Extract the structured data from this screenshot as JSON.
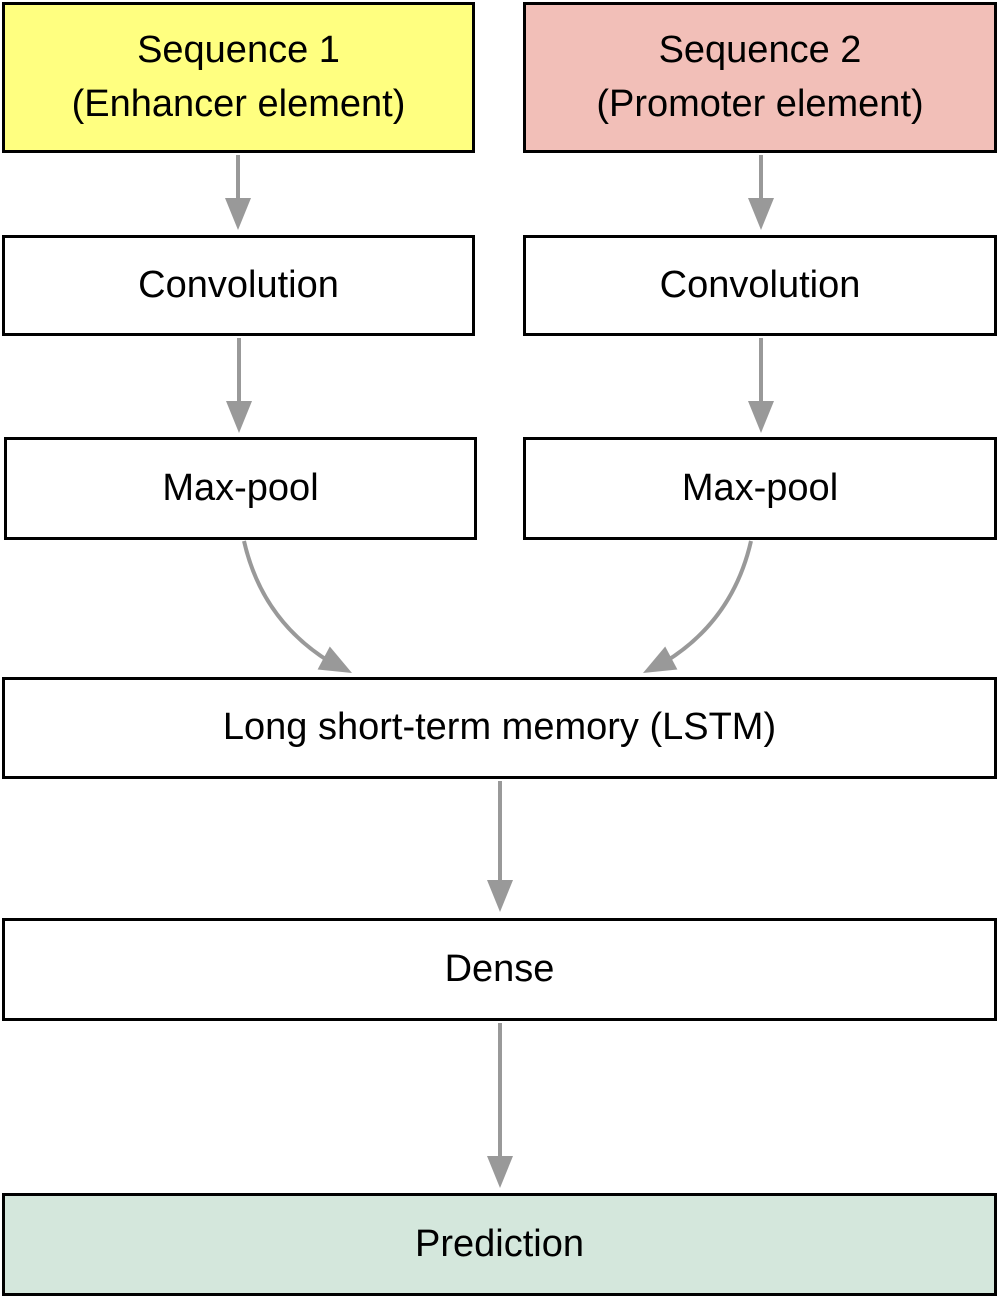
{
  "colors": {
    "enhancer_fill": "#ffff80",
    "promoter_fill": "#f2bfb8",
    "prediction_fill": "#d4e7dc",
    "default_fill": "#ffffff",
    "border": "#000000",
    "arrow": "#999999"
  },
  "nodes": {
    "seq1": {
      "line1": "Sequence 1",
      "line2": "(Enhancer element)"
    },
    "seq2": {
      "line1": "Sequence 2",
      "line2": "(Promoter element)"
    },
    "conv1": {
      "label": "Convolution"
    },
    "conv2": {
      "label": "Convolution"
    },
    "pool1": {
      "label": "Max-pool"
    },
    "pool2": {
      "label": "Max-pool"
    },
    "lstm": {
      "label": "Long short-term memory (LSTM)"
    },
    "dense": {
      "label": "Dense"
    },
    "prediction": {
      "label": "Prediction"
    }
  },
  "edges": [
    {
      "from": "seq1",
      "to": "conv1"
    },
    {
      "from": "seq2",
      "to": "conv2"
    },
    {
      "from": "conv1",
      "to": "pool1"
    },
    {
      "from": "conv2",
      "to": "pool2"
    },
    {
      "from": "pool1",
      "to": "lstm"
    },
    {
      "from": "pool2",
      "to": "lstm"
    },
    {
      "from": "lstm",
      "to": "dense"
    },
    {
      "from": "dense",
      "to": "prediction"
    }
  ]
}
